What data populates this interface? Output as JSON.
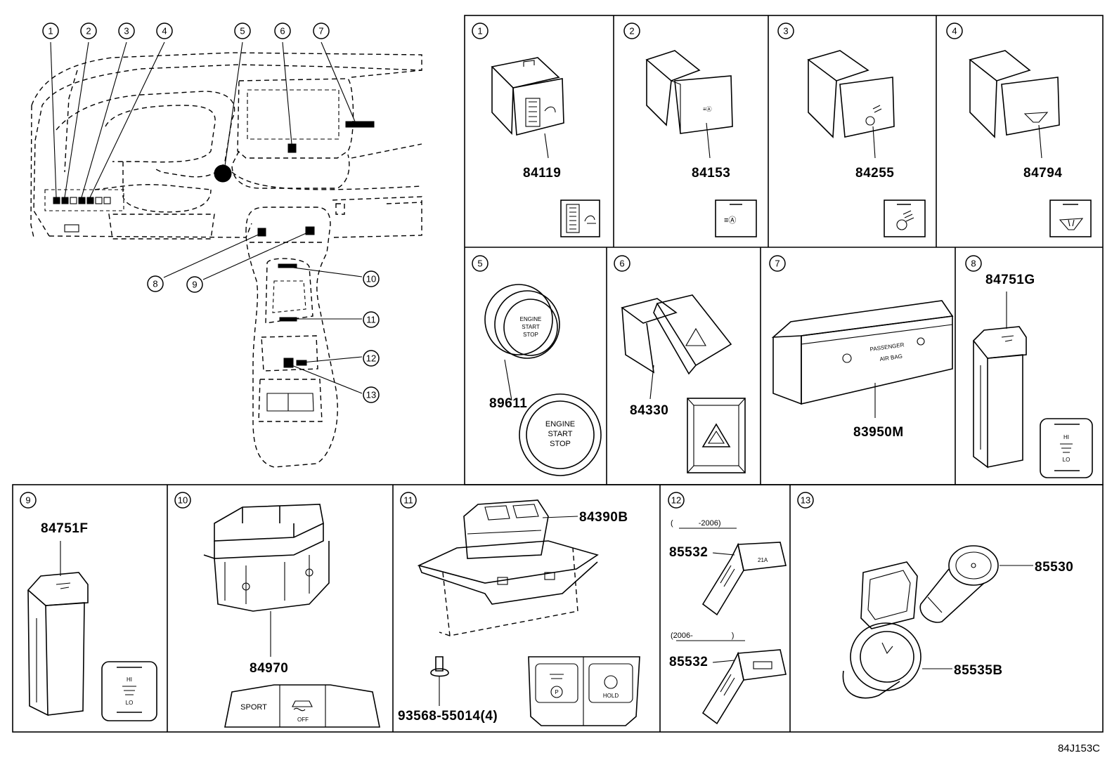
{
  "callouts": [
    "1",
    "2",
    "3",
    "4",
    "5",
    "6",
    "7",
    "8",
    "9",
    "10",
    "11",
    "12",
    "13"
  ],
  "panels": {
    "p1": {
      "num": "1",
      "part": "84119"
    },
    "p2": {
      "num": "2",
      "part": "84153"
    },
    "p3": {
      "num": "3",
      "part": "84255"
    },
    "p4": {
      "num": "4",
      "part": "84794"
    },
    "p5": {
      "num": "5",
      "part": "89611",
      "label_l1": "ENGINE",
      "label_l2": "START",
      "label_l3": "STOP"
    },
    "p6": {
      "num": "6",
      "part": "84330"
    },
    "p7": {
      "num": "7",
      "part": "83950M",
      "label_l1": "PASSENGER",
      "label_l2": "AIR BAG"
    },
    "p8": {
      "num": "8",
      "part": "84751G",
      "hi": "HI",
      "lo": "LO"
    },
    "p9": {
      "num": "9",
      "part": "84751F",
      "hi": "HI",
      "lo": "LO"
    },
    "p10": {
      "num": "10",
      "part": "84970",
      "sport": "SPORT",
      "off": "OFF"
    },
    "p11": {
      "num": "11",
      "part": "84390B",
      "bolt": "93568-55014(4)",
      "hold": "HOLD"
    },
    "p12": {
      "num": "12",
      "part_a": "85532",
      "part_b": "85532",
      "range_a": "(　　　 -2006)",
      "range_b": "(2006-　　　　　)"
    },
    "p13": {
      "num": "13",
      "part_a": "85530",
      "part_b": "85535B"
    }
  },
  "diagram_code": "84J153C"
}
